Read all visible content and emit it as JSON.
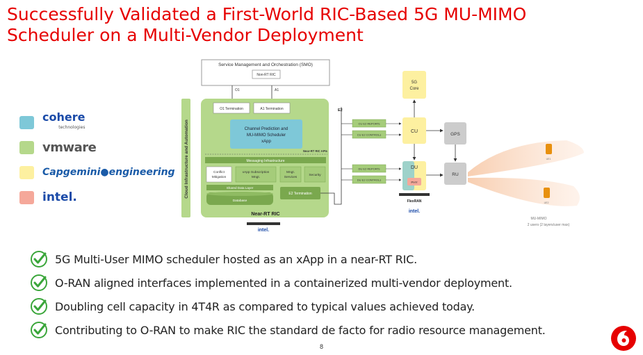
{
  "slide": {
    "title_line1": "Successfully Validated a First-World RIC-Based 5G MU-MIMO",
    "title_line2": "Scheduler on a Multi-Vendor Deployment",
    "page_number": "8"
  },
  "legend": [
    {
      "vendor": "cohere",
      "subtext": "technologies",
      "color": "#7ec8d8"
    },
    {
      "vendor": "vmware",
      "color": "#b5d88b"
    },
    {
      "vendor": "Capgemini",
      "suffix": "engineering",
      "color": "#fdf0a0"
    },
    {
      "vendor": "intel.",
      "color": "#f5a89a"
    }
  ],
  "diagram": {
    "smo_title": "Service Management and Orchestration (SMO)",
    "non_rt_ric": "Non-RT RIC",
    "o1": "O1",
    "a1": "A1",
    "cloud_label": "Cloud Infrastructure and Automation",
    "o1_termination": "O1 Termination",
    "a1_termination": "A1 Termination",
    "xapp_line1": "Channel Prediction and",
    "xapp_line2": "MU-MIMO Scheduler",
    "xapp_line3": "xApp",
    "near_rt_ric_apis": "Near-RT RIC APIs",
    "messaging_infrastructure": "Messaging Infrastructure",
    "conflict_line1": "Conflict",
    "conflict_line2": "Mitigation",
    "xapp_sub_line1": "xApp Subscription",
    "xapp_sub_line2": "Mngt.",
    "mngt_line1": "Mngt.",
    "mngt_line2": "Services",
    "security": "Security",
    "shared_data_layer": "Shared Data Layer",
    "database": "Database",
    "e2_termination": "E2 Termination",
    "near_rt_ric": "Near-RT RIC",
    "e2": "E2",
    "cu_e2_reports": "CU E2 REPORTs",
    "cu_e2_controls": "CU E2 CONTROLs",
    "du_e2_reports": "DU E2 REPORTs",
    "du_e2_controls": "DU E2 CONTROLs",
    "core_line1": "5G",
    "core_line2": "Core",
    "cu": "CU",
    "du": "DU",
    "phy": "PHY",
    "gps": "GPS",
    "ru": "RU",
    "flexran": "FlexRAN",
    "intel_label": "intel.",
    "ue1": "UE1",
    "ue2": "UE2",
    "mu_mimo": "MU-MIMO",
    "mu_mimo_sub": "2 users (2 layers/user max)"
  },
  "bullets": [
    "5G Multi-User MIMO scheduler hosted as an xApp in a near-RT RIC.",
    "O-RAN aligned interfaces implemented in a containerized multi-vendor deployment.",
    "Doubling cell capacity in 4T4R as compared to typical values achieved today.",
    "Contributing to O-RAN to make RIC the standard de facto for radio resource management."
  ],
  "colors": {
    "title_red": "#e60000",
    "cohere_blue": "#7ec8d8",
    "vmware_green": "#b5d88b",
    "capgemini_yellow": "#fdf0a0",
    "intel_pink": "#f5a89a",
    "check_green": "#3aa63a"
  },
  "icons": [
    "checkmark-icon",
    "vodafone-logo-icon",
    "smartphone-icon"
  ]
}
